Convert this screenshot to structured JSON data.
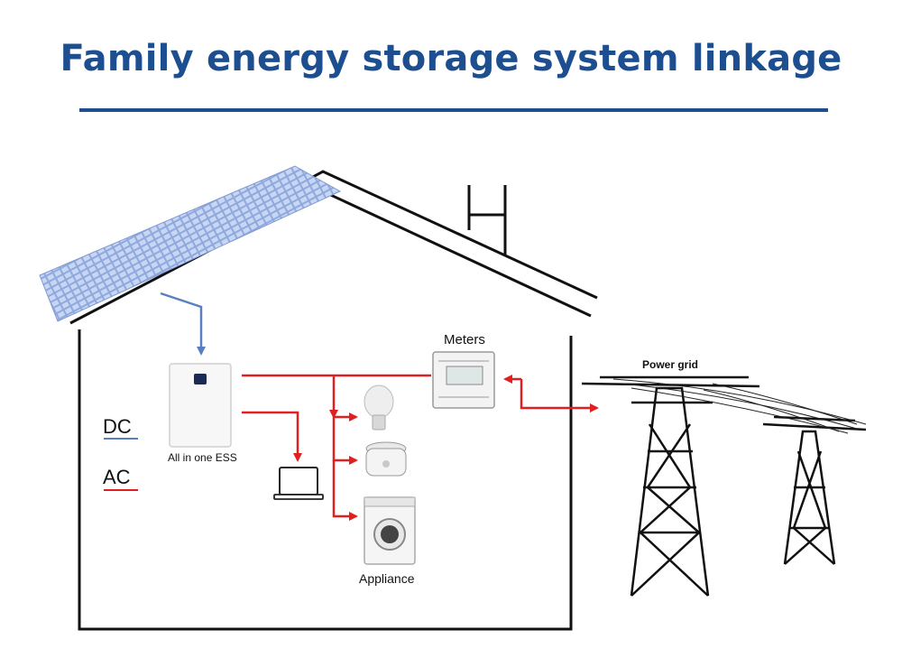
{
  "title": "Family energy storage system linkage",
  "colors": {
    "title": "#1d4e8f",
    "rule": "#1d4e8f",
    "dc_line": "#5a7fc0",
    "ac_line": "#e02020",
    "outline": "#111111",
    "panel": "#9fb8e8"
  },
  "labels": {
    "dc": "DC",
    "ac": "AC",
    "ess": "All in one ESS",
    "meters": "Meters",
    "power_grid": "Power grid",
    "appliance": "Appliance"
  },
  "icons": [
    "solar-panel-icon",
    "ess-battery-icon",
    "laptop-icon",
    "light-bulb-icon",
    "rice-cooker-icon",
    "washing-machine-icon",
    "energy-meter-icon",
    "power-tower-icon"
  ]
}
